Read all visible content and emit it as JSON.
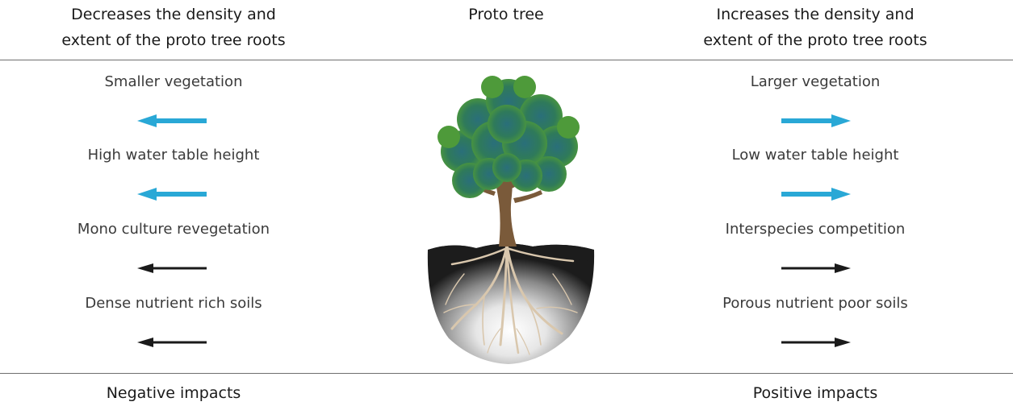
{
  "headers": {
    "left": [
      "Decreases the density and",
      "extent of the proto tree roots"
    ],
    "center": "Proto tree",
    "right": [
      "Increases the density and",
      "extent of the proto tree roots"
    ]
  },
  "negative_factors": [
    {
      "label": "Smaller vegetation",
      "arrow_color": "#29a8d6"
    },
    {
      "label": "High water table height",
      "arrow_color": "#29a8d6"
    },
    {
      "label": "Mono culture revegetation",
      "arrow_color": "#1a1a1a"
    },
    {
      "label": "Dense nutrient rich soils",
      "arrow_color": "#1a1a1a"
    }
  ],
  "positive_factors": [
    {
      "label": "Larger vegetation",
      "arrow_color": "#29a8d6"
    },
    {
      "label": "Low water table height",
      "arrow_color": "#29a8d6"
    },
    {
      "label": "Interspecies competition",
      "arrow_color": "#1a1a1a"
    },
    {
      "label": "Porous nutrient poor soils",
      "arrow_color": "#1a1a1a"
    }
  ],
  "footer": {
    "left": "Negative impacts",
    "right": "Positive impacts"
  },
  "colors": {
    "blue_arrow": "#29a8d6",
    "black_arrow": "#1a1a1a",
    "canopy_green": "#3f8a3a",
    "canopy_teal": "#2a6f7a",
    "trunk": "#7a5a3a",
    "roots": "#d9c7ad",
    "soil_dark": "#1c1c1c"
  },
  "icons": {
    "tree": "proto-tree-illustration",
    "left_arrow": "arrow-left-icon",
    "right_arrow": "arrow-right-icon"
  }
}
